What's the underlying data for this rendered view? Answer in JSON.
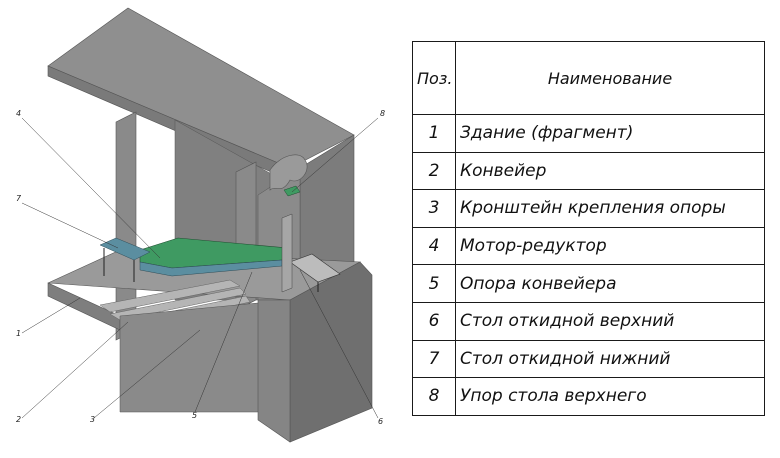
{
  "table": {
    "header": {
      "pos": "Поз.",
      "name": "Наименование"
    },
    "rows": [
      {
        "pos": "1",
        "name": "Здание (фрагмент)"
      },
      {
        "pos": "2",
        "name": "Конвейер"
      },
      {
        "pos": "3",
        "name": "Кронштейн крепления опоры"
      },
      {
        "pos": "4",
        "name": "Мотор-редуктор"
      },
      {
        "pos": "5",
        "name": "Опора конвейера"
      },
      {
        "pos": "6",
        "name": "Стол откидной верхний"
      },
      {
        "pos": "7",
        "name": "Стол откидной нижний"
      },
      {
        "pos": "8",
        "name": "Упор стола верхнего"
      }
    ]
  },
  "callouts": {
    "c1": "1",
    "c2": "2",
    "c3": "3",
    "c4": "4",
    "c5": "5",
    "c6": "6",
    "c7": "7",
    "c8": "8"
  },
  "colors": {
    "concrete": "#8c8c8c",
    "concrete_dark": "#6e6e6e",
    "concrete_light": "#a3a3a3",
    "belt": "#3f9a62",
    "frame": "#5b8ea0"
  }
}
